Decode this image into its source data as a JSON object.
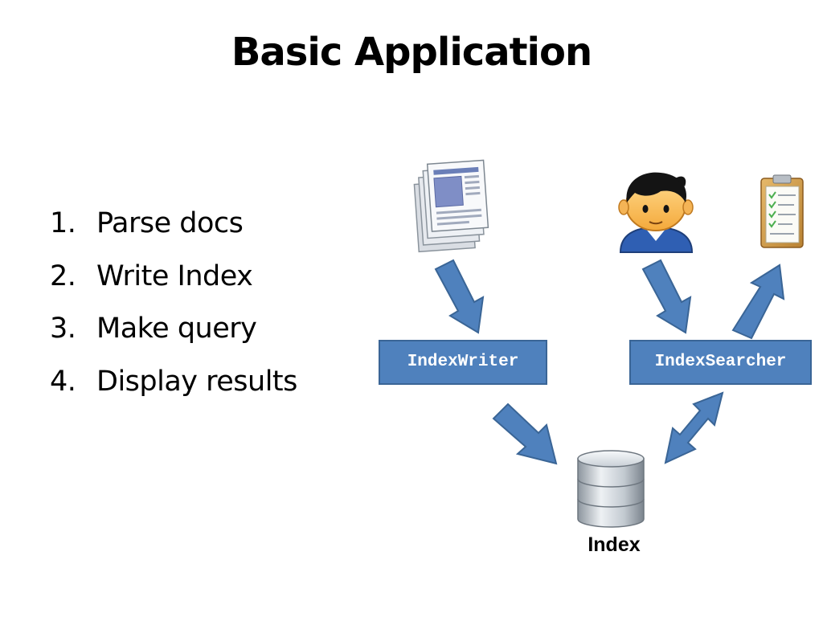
{
  "title": "Basic Application",
  "steps": [
    {
      "num": "1.",
      "text": "Parse docs"
    },
    {
      "num": "2.",
      "text": "Write Index"
    },
    {
      "num": "3.",
      "text": "Make query"
    },
    {
      "num": "4.",
      "text": "Display results"
    }
  ],
  "diagram": {
    "writer_label": "IndexWriter",
    "searcher_label": "IndexSearcher",
    "index_label": "Index"
  },
  "colors": {
    "box_fill": "#4f81bd",
    "box_border": "#3a6596",
    "arrow_fill": "#4f81bd"
  },
  "icons": {
    "documents": "documents-icon",
    "user": "user-icon",
    "results": "clipboard-icon",
    "index": "database-icon"
  }
}
